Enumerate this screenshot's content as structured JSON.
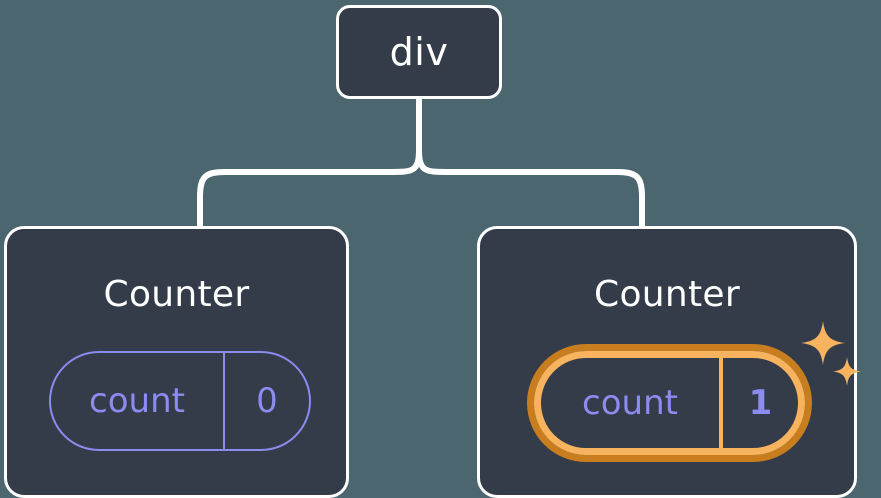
{
  "diagram": {
    "type": "component-tree",
    "background_color": "#4c6670",
    "node_fill_color": "#343b49",
    "node_border_color": "#ffffff",
    "state_color": "#8b8bf0",
    "highlight_outer_color": "#c87d1e",
    "highlight_inner_color": "#f7b35e",
    "sparkle_color": "#f7b35e",
    "root": {
      "label": "div"
    },
    "children": [
      {
        "title": "Counter",
        "state": {
          "key": "count",
          "value": "0"
        },
        "highlighted": false
      },
      {
        "title": "Counter",
        "state": {
          "key": "count",
          "value": "1"
        },
        "highlighted": true
      }
    ]
  }
}
